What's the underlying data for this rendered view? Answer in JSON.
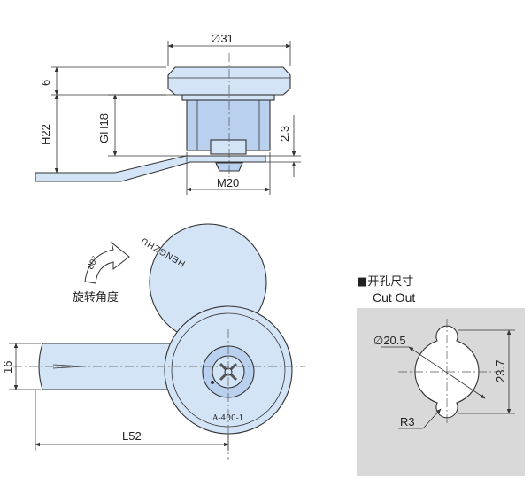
{
  "side_view": {
    "dim_diameter": "∅31",
    "dim_height_6": "6",
    "dim_h22": "H22",
    "dim_gh18": "GH18",
    "dim_2_3": "2.3",
    "dim_m20": "M20"
  },
  "front_view": {
    "brand_text": "HENGZHU",
    "model_text": "A-400-1",
    "rotation_angle": "80°",
    "rotation_label": "旋转角度",
    "dim_16": "16",
    "dim_l52": "L52"
  },
  "cutout": {
    "title_cn": "■开孔尺寸",
    "title_en": "Cut Out",
    "dim_diameter": "∅20.5",
    "dim_23_7": "23.7",
    "dim_r3": "R3",
    "panel_color": "#d9d9d9"
  }
}
